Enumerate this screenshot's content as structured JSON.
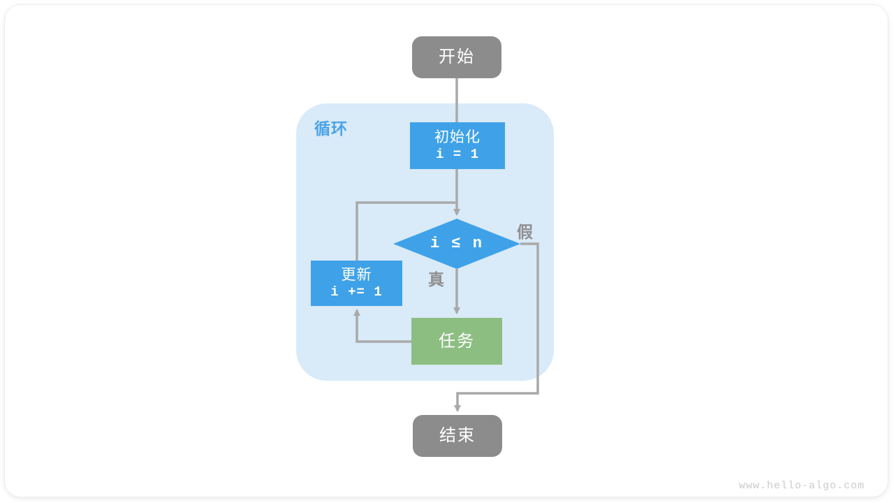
{
  "palette": {
    "process_blue": "#3fa2e8",
    "task_green": "#8cbe82",
    "terminal_gray": "#8c8c8c",
    "loop_background": "#d9eaf8",
    "loop_label_blue": "#4ba3e8",
    "connector_gray": "#a9a9a9",
    "branch_label_gray": "#8f8f8f",
    "watermark_gray": "#cbcbcb"
  },
  "nodes": {
    "start": {
      "label": "开始"
    },
    "init": {
      "title": "初始化",
      "code": "i = 1"
    },
    "condition": {
      "expr": "i ≤ n"
    },
    "task": {
      "label": "任务"
    },
    "update": {
      "title": "更新",
      "code": "i += 1"
    },
    "end": {
      "label": "结束"
    }
  },
  "labels": {
    "loop": "循环",
    "true_branch": "真",
    "false_branch": "假"
  },
  "watermark": "www.hello-algo.com"
}
